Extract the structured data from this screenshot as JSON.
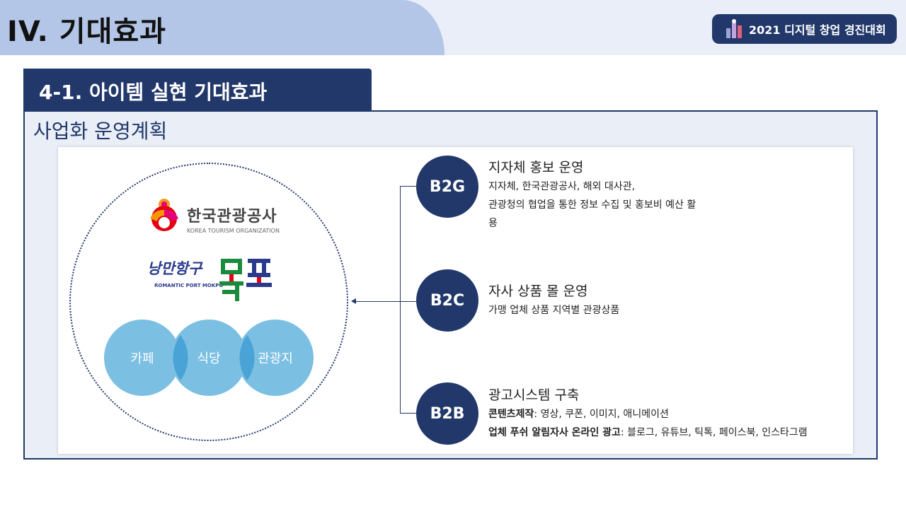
{
  "header": {
    "section_title": "IV. 기대효과",
    "contest_badge": "2021 디지털 창업 경진대회"
  },
  "subtitle": "4-1. 아이템 실현 기대효과",
  "frame_title": "사업화 운영계획",
  "logos": {
    "kto_korean": "한국관광공사",
    "kto_english": "KOREA TOURISM ORGANIZATION",
    "mokpo_script": "낭만항구",
    "mokpo_english": "ROMANTIC PORT MOKPO",
    "mokpo_mark": "목포"
  },
  "venn": [
    "카페",
    "식당",
    "관광지"
  ],
  "colors": {
    "navy": "#22386a",
    "header_tab": "#b3c6e7",
    "venn_blue": "#7bbfe3"
  },
  "b2g": {
    "label": "B2G",
    "title": "지자체 홍보 운영",
    "lines": [
      "지자체, 한국관광공사, 해외 대사관,",
      "관광청의 협업을 통한 정보 수집 및 홍보비 예산 활",
      "용"
    ]
  },
  "b2c": {
    "label": "B2C",
    "title": "자사 상품 몰 운영",
    "lines": [
      "가맹 업체 상품 지역별 관광상품"
    ]
  },
  "b2b": {
    "label": "B2B",
    "title": "광고시스템 구축",
    "line1_bold": "콘텐츠제작",
    "line1_rest": ": 영상, 쿠폰, 이미지, 애니메이션",
    "line2_bold": "업체 푸쉬 알림자사 온라인 광고",
    "line2_rest": ": 블로그, 유튜브, 틱톡, 페이스북, 인스타그램"
  }
}
